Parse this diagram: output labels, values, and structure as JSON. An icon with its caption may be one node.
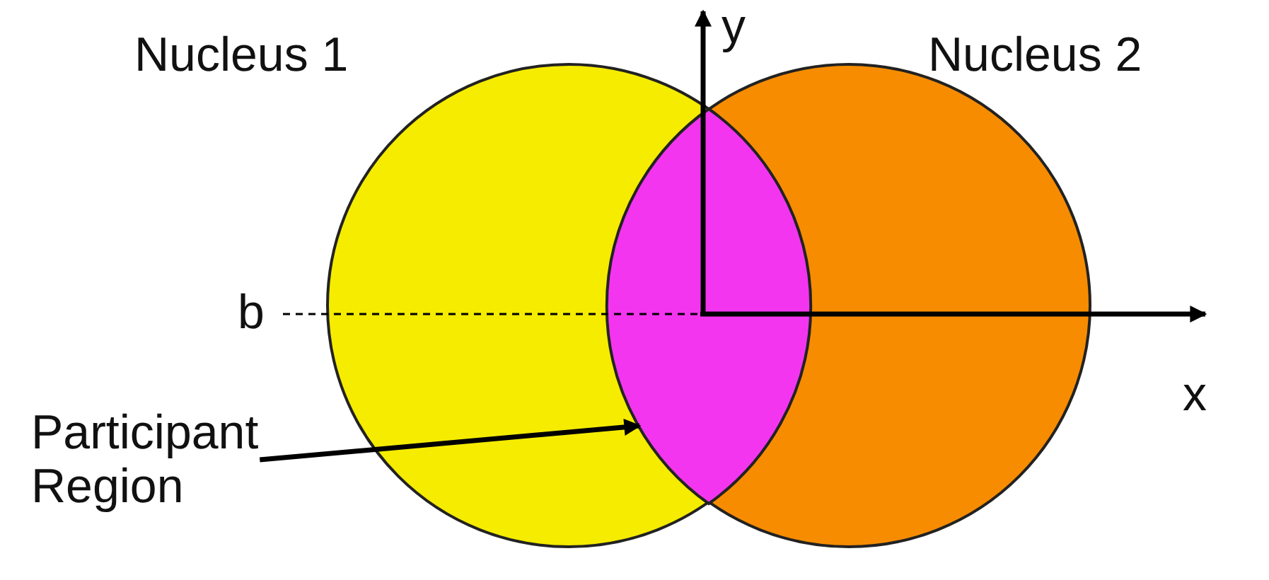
{
  "diagram": {
    "nodes": [
      {
        "text": [
          "Nucleus 1"
        ]
      },
      {
        "text": [
          "Nucleus 2"
        ]
      },
      {
        "text": [
          "Participant Region"
        ]
      },
      {
        "text": [],
        "shape": "lens"
      }
    ],
    "edges": [
      {
        "from": 2,
        "to": 3,
        "arrow": "to"
      }
    ],
    "labels": [
      "y",
      "b",
      "x"
    ]
  }
}
